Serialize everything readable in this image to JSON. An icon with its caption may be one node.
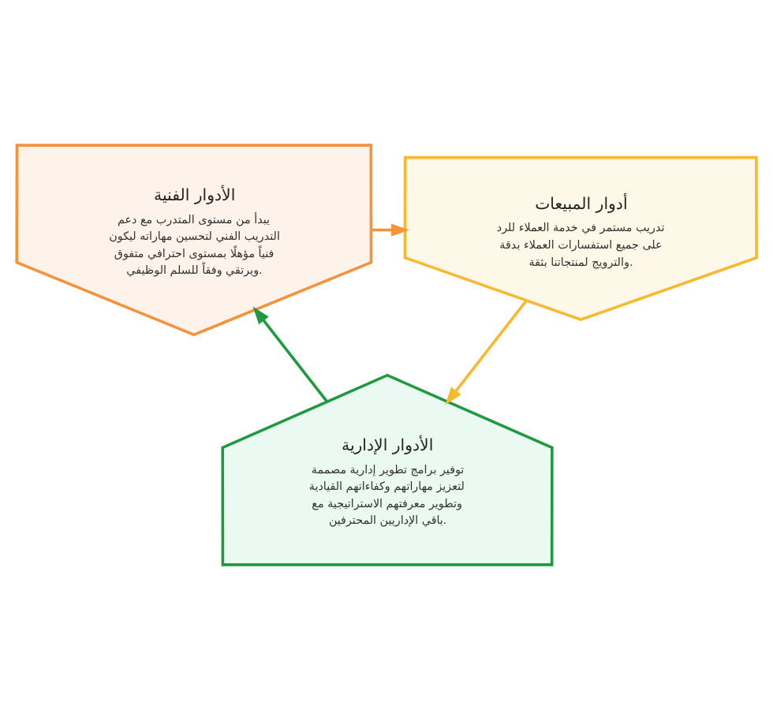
{
  "diagram": {
    "nodes": [
      {
        "text": [
          "الأدوار الفنية",
          "يبدأ من مستوى المتدرب مع دعم التدريب الفني لتحسين مهاراته ليكون فنياً مؤهلًا بمستوى احترافي متفوق ويرتقي وفقاً للسلم الوظيفي."
        ]
      },
      {
        "text": [
          "أدوار المبيعات",
          "تدريب مستمر في خدمة العملاء للرد على جميع استفسارات العملاء بدقة والترويج لمنتجاتنا بثقة."
        ]
      },
      {
        "text": [
          "الأدوار الإدارية",
          "توفير برامج تطوير إدارية مصممة لتعزيز مهاراتهم وكفاءاتهم القيادية وتطوير معرفتهم الاستراتيجية مع باقي الإداريين المحترفين."
        ]
      }
    ],
    "edges": [
      {
        "from": 0,
        "to": 1,
        "arrow": "to",
        "color": "#f7923a"
      },
      {
        "from": 1,
        "to": 2,
        "arrow": "to",
        "color": "#f8b830"
      },
      {
        "from": 2,
        "to": 0,
        "arrow": "to",
        "color": "#1f9a3f"
      }
    ]
  }
}
